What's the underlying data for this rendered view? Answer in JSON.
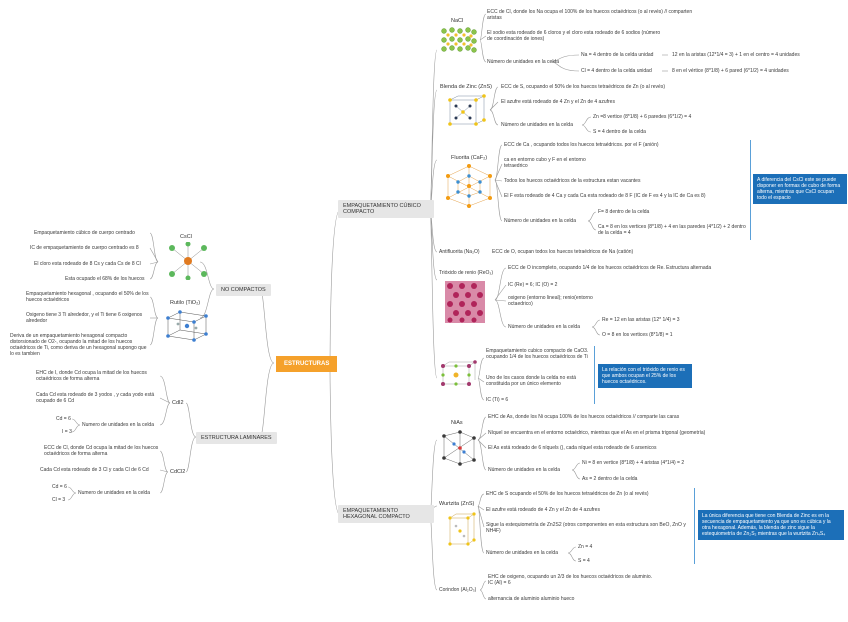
{
  "root": "ESTRUCTURAS",
  "left": {
    "no_compactos": "NO COMPACTOS",
    "laminares": "ESTRUCTURA LAMINARES",
    "cscl": {
      "title": "CsCl",
      "items": [
        "Empaquetamiento cúbico de cuerpo centrado",
        "IC de empaquetamiento de cuerpo centrado es 8",
        "El cloro esta rodeado de 8 Cs y cada Cs de 8 Cl",
        "Esta ocupado el 68% de los huecos"
      ]
    },
    "rutilo": {
      "title": "Rutilo (TiO₂)",
      "items": [
        "Empaquetamiento hexagonal , ocupando el 50% de los huecos octaédricos",
        "Oxigeno tiene 3 Ti alrededor, y el Ti tiene 6 oxigenos alrededor",
        "Deriva de un empaquetamiento hexagonal compacto distorsionado de O2-, ocupando la mitad de los huecos octaédricos de Ti, como deriva de un hexagonal supongo que lo es tambien"
      ]
    },
    "cdi2": {
      "title": "CdI2",
      "items": [
        "EHC de I, donde Cd ocupa la mitad de los huecos octaédricos de forma alterna",
        "Cada Cd esta rodeado de 3 yodos , y cada yodo está ocupado de 6 Cd"
      ],
      "units": "Numero de unidades en la celda",
      "u1": "Cd = 6",
      "u2": "I = 3"
    },
    "cdcl2": {
      "title": "CdCl2",
      "items": [
        "ECC de Cl, donde Cd ocupa la mitad de los huecos octaédricos de forma alterna",
        "Cada Cd esta rodeado de 3 Cl y cada Cl de 6 Cd"
      ],
      "units": "Numero de unidades en la celda",
      "u1": "Cd = 6",
      "u2": "Cl = 3"
    }
  },
  "right": {
    "cubico": "EMPAQUETAMIENTO CÚBICO COMPACTO",
    "hexagonal": "EMPAQUETAMIENTO HEXAGONAL COMPACTO",
    "nacl": {
      "title": "NaCl",
      "items": [
        "ECC de Cl, donde los Na ocupa el 100% de los huecos octaédricos (o al revés) // comparten aristas",
        "El sodio esta rodeado de 6 cloros y el cloro esta rodeado de 6 sodios (número de coordinación de iones)",
        "Número de unidades en la celda"
      ],
      "na": "Na = 4 dentro de la celda unidad",
      "na_d": "12 en la aristas (12*1/4 = 3) + 1 en el centro = 4 unidades",
      "cl": "Cl = 4 dentro de la celda unidad",
      "cl_d": "8 en el vértice (8*1/8) + 6 pared (6*1/2) = 4 unidades"
    },
    "blenda": {
      "title": "Blenda de Zinc (ZnS)",
      "items": [
        "ECC de S, ocupando el 50% de los huecos tetraédricos de Zn (o al revés)",
        "El azufre está rodeado de 4 Zn y el Zn de 4 azufres",
        "Número de unidades en la celda"
      ],
      "zn": "Zn =8 vertice (8*1/8) + 6 paredes (6*1/2) = 4",
      "s": "S = 4 dentro de la celda"
    },
    "fluorita": {
      "title": "Fluorita (CaF₂)",
      "items": [
        "ECC de Ca , ocupando todos los huecos tetraédricos. por el F (anión)",
        "ca en entorno cubo y F en el entorno tetraedrico",
        "Todos los huecos octaédricos de la estructura estan vacantes",
        "El F esta rodeado de 4 Ca y cada Ca esta rodeado de 8 F (IC de F es 4 y la IC de Ca es 8)",
        "Número de unidades en la celda"
      ],
      "f": "F= 8 dentro de la celda",
      "ca": "Ca = 8 en los vertices (8*1/8) + 4 en las paredes (4*1/2) + 2 dentro de la celda = 4",
      "note": "A diferencia del CsCl este se puede disponer en formas de cubo de forma alterna, mientras que CsCl ocupan todo el espacio"
    },
    "antifluorita": {
      "title": "Antifluorita (Na₂O)",
      "text": "ECC de O, ocupan todos los huecos tetraédricos de Na (catión)"
    },
    "reo3": {
      "title": "Trióxido de renio (ReO₃)",
      "items": [
        "ECC de O incompleto, ocupando 1/4 de los huecos octaédricos de Re. Estructura alternada",
        "IC (Re) = 6; IC (O) = 2",
        "oxigeno (entorno lineal); renio(entorno octaedrico)",
        "Número de unidades en la celda"
      ],
      "re": "Re = 12 en las aristas (12* 1/4) = 3",
      "o": "O = 8 en los vertices (8*1/8) = 1"
    },
    "cati": {
      "items": [
        "Empaquetamiento cubico compacto de CaO3. ocupando 1/4 de los huecos octaédricos de Ti",
        "Uno de los casos donde la celda no está constituida por un único elemento",
        "IC (Ti) = 6"
      ],
      "note": "La relación con el trióxido de renio es que ambos ocupan el 25% de los huecos octaédricos."
    },
    "nias": {
      "title": "NiAs",
      "items": [
        "EHC de As, donde los Ni ocupa 100% de los huecos octaédricos // comparte las caras",
        "Níquel se encuentra en el entorno octaédrico, mientras que el As en el prisma trigonal (geometría)",
        "El As está rodeado de 6 níquels (), cada níquel esta rodeado de 6 arsenicos",
        "Número de unidades en la celda"
      ],
      "ni": "Ni = 8 en vertice (8*1/8) + 4 aristas (4*1/4) = 2",
      "as": "As = 2 dentro de la celda"
    },
    "wurtzita": {
      "title": "Wurtzita (ZnS)",
      "items": [
        "EHC de S ocupando el 50% de los huecos tetraédricos de Zn (o al revés)",
        "El azufre está rodeado de 4 Zn y el Zn de 4 azufres",
        "Sigue la estequiometría de Zn2S2 (otros componentes en esta estructura son BeO, ZnO y NH4F)",
        "Número de unidades en la celda"
      ],
      "zn": "Zn = 4",
      "s": "S = 4",
      "note": "La única diferencia que tiene con Blenda de Zinc es en la secuencia de empaquetamiento ya que uno es cúbica y la otra hexagonal. Además, la blenda de zinc sigue la estequiometría de Zn₂S₂ mientras que la wurtzita Zn₄S₄"
    },
    "corindon": {
      "title": "Corindon (Al₂O₃)",
      "items": [
        "EHC de oxigeno, ocupando un 2/3 de los huecos octaédricos de aluminio. IC (Al) = 6",
        "alternancia de aluminio aluminio hueco"
      ]
    }
  }
}
